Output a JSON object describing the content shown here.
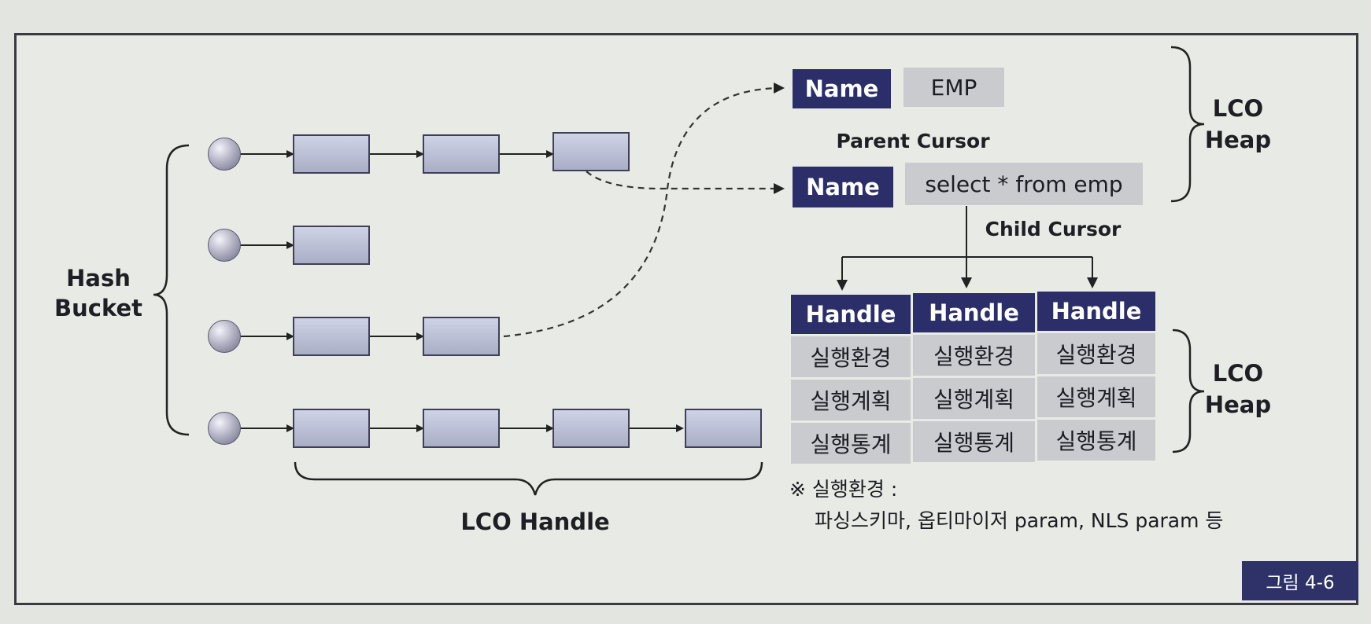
{
  "hash_bucket_label": "Hash\nBucket",
  "lco_handle_label": "LCO Handle",
  "parent": {
    "name_label": "Name",
    "name_value": "EMP",
    "cursor_label": "Parent Cursor"
  },
  "child": {
    "name_label": "Name",
    "name_value": "select * from emp",
    "cursor_label": "Child Cursor"
  },
  "lco_heap_top": "LCO\nHeap",
  "lco_heap_bottom": "LCO\nHeap",
  "handles": {
    "headers": [
      "Handle",
      "Handle",
      "Handle"
    ],
    "rows": [
      [
        "실행환경",
        "실행환경",
        "실행환경"
      ],
      [
        "실행계획",
        "실행계획",
        "실행계획"
      ],
      [
        "실행통계",
        "실행통계",
        "실행통계"
      ]
    ]
  },
  "footnote": {
    "line1": "※ 실행환경 :",
    "line2": "파싱스키마, 옵티마이저 param, NLS param 등"
  },
  "figure_label": "그림 4-6",
  "colors": {
    "navy": "#2b2e68",
    "cell_gray": "#c9cbcf",
    "box_fill": "#b9bdd4"
  }
}
